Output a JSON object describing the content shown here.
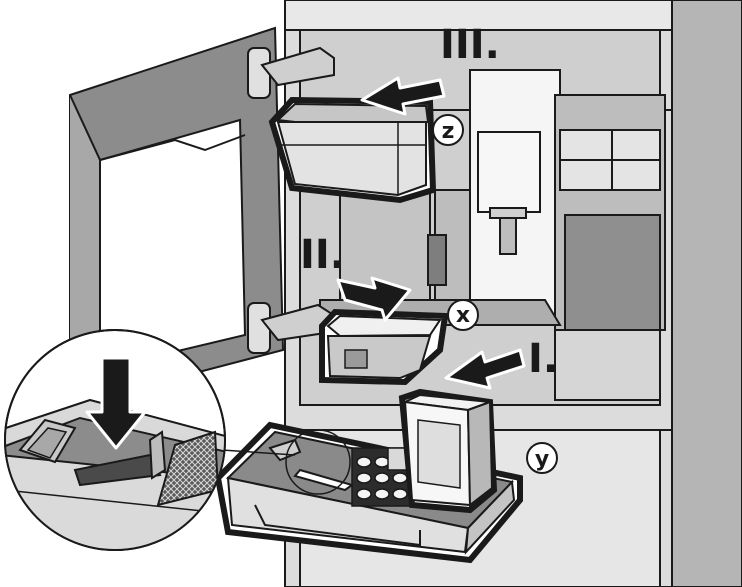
{
  "illustration": {
    "steps": [
      "I.",
      "II.",
      "III."
    ],
    "parts": {
      "x": "x",
      "y": "y",
      "z": "z"
    },
    "colors": {
      "line": "#1a1a1a",
      "light": "#f2f2f2",
      "mid": "#cfcfcf",
      "dark": "#a6a6a6",
      "shadow": "#8c8c8c",
      "white": "#ffffff"
    }
  }
}
